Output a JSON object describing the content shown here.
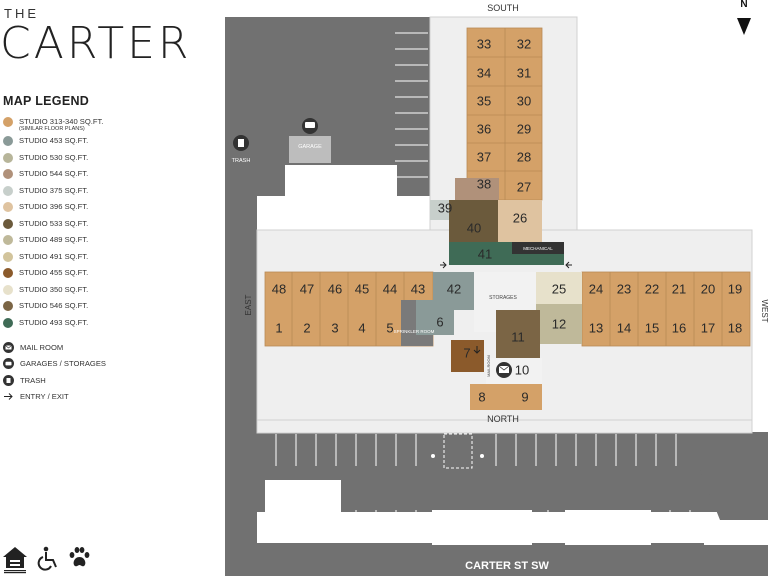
{
  "brand": {
    "the": "THE",
    "name": "CARTER"
  },
  "legend": {
    "title": "MAP LEGEND",
    "items": [
      {
        "label": "STUDIO 313-340 SQ.FT.",
        "note": "(SIMILAR FLOOR PLANS)",
        "color": "#d4a168"
      },
      {
        "label": "STUDIO 453 SQ.FT.",
        "color": "#8a9a98"
      },
      {
        "label": "STUDIO 530 SQ.FT.",
        "color": "#b7b59a"
      },
      {
        "label": "STUDIO 544 SQ.FT.",
        "color": "#b0917a"
      },
      {
        "label": "STUDIO 375 SQ.FT.",
        "color": "#c7cfcb"
      },
      {
        "label": "STUDIO 396 SQ.FT.",
        "color": "#dfc3a0"
      },
      {
        "label": "STUDIO 533 SQ.FT.",
        "color": "#6b5a3c"
      },
      {
        "label": "STUDIO 489 SQ.FT.",
        "color": "#bfb99a"
      },
      {
        "label": "STUDIO 491 SQ.FT.",
        "color": "#d2c49c"
      },
      {
        "label": "STUDIO 455 SQ.FT.",
        "color": "#8b5a2b"
      },
      {
        "label": "STUDIO 350 SQ.FT.",
        "color": "#e7e1cb"
      },
      {
        "label": "STUDIO 546 SQ.FT.",
        "color": "#7b6545"
      },
      {
        "label": "STUDIO 493 SQ.FT.",
        "color": "#3f6b56"
      }
    ],
    "keys": [
      {
        "label": "MAIL ROOM",
        "icon": "mail-icon"
      },
      {
        "label": "GARAGES / STORAGES",
        "icon": "garage-icon"
      },
      {
        "label": "TRASH",
        "icon": "trash-icon"
      },
      {
        "label": "ENTRY / EXIT",
        "icon": "arrow-icon"
      }
    ]
  },
  "footer_icons": [
    "equal-housing-icon",
    "accessible-icon",
    "pet-friendly-icon"
  ],
  "map": {
    "compass": "N",
    "labels": {
      "south": "SOUTH",
      "north": "NORTH",
      "east": "EAST",
      "west": "WEST",
      "street": "CARTER ST SW",
      "trash": "TRASH",
      "garage": "GARAGE",
      "storages": "STORAGES",
      "mechanical": "MECHANICAL",
      "sprinkler": "SPRINKLER ROOM",
      "mailroom": "MAILROOM"
    },
    "units": [
      "1",
      "2",
      "3",
      "4",
      "5",
      "6",
      "7",
      "8",
      "9",
      "10",
      "11",
      "12",
      "13",
      "14",
      "15",
      "16",
      "17",
      "18",
      "19",
      "20",
      "21",
      "22",
      "23",
      "24",
      "25",
      "26",
      "27",
      "28",
      "29",
      "30",
      "31",
      "32",
      "33",
      "34",
      "35",
      "36",
      "37",
      "38",
      "39",
      "40",
      "41",
      "42",
      "43",
      "44",
      "45",
      "46",
      "47",
      "48"
    ],
    "colors": {
      "road": "#707070",
      "concrete": "#e5e5e5",
      "outline": "#bdbdbd",
      "building": "#f2f2f2"
    }
  }
}
